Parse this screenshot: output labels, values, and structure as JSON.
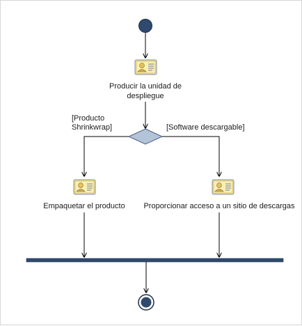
{
  "diagram": {
    "initial_node": "initial-node",
    "actions": [
      {
        "id": "produce",
        "label": "Producir la unidad de despliegue",
        "label_line1": "Producir la unidad de",
        "label_line2": "despliegue",
        "icon": "activity-card-icon"
      },
      {
        "id": "package",
        "label": "Empaquetar el producto",
        "icon": "activity-card-icon"
      },
      {
        "id": "download",
        "label": "Proporcionar acceso a un sitio de descargas",
        "icon": "activity-card-icon"
      }
    ],
    "decision": {
      "guards": [
        {
          "id": "shrinkwrap",
          "line1": "[Producto",
          "line2": "Shrinkwrap]"
        },
        {
          "id": "software",
          "line1": "[Software descargable]"
        }
      ]
    },
    "join_bar": "join-bar",
    "final_node": "final-node"
  },
  "colors": {
    "node_fill": "#2f4a6e",
    "decision_fill": "#b3c3d8",
    "decision_stroke": "#4a5f80",
    "line": "#000000",
    "icon_bg": "#f4e08a"
  }
}
